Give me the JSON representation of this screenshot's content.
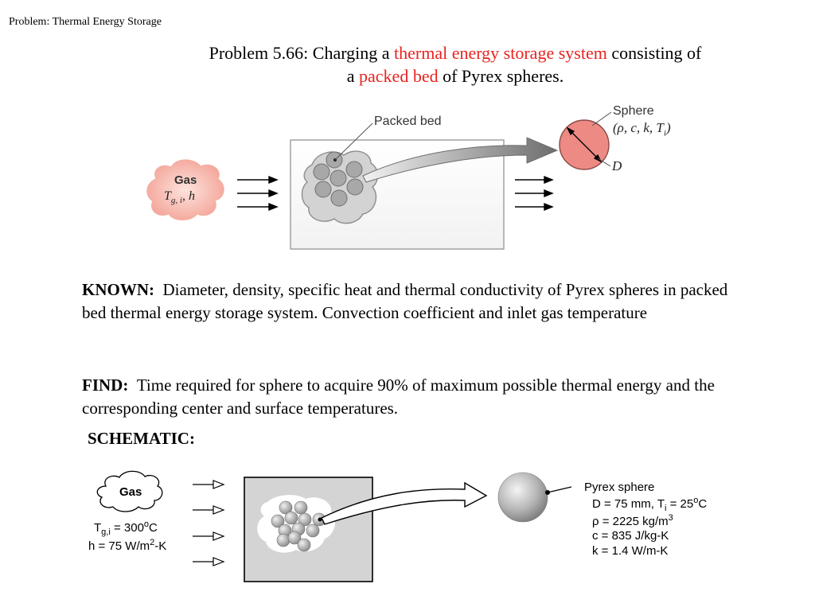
{
  "header": {
    "text": "Problem:  Thermal Energy Storage"
  },
  "title": {
    "line1_a": "Problem 5.66:   Charging a ",
    "line1_red": "thermal energy storage system",
    "line1_b": " consisting of",
    "line2_a": "a ",
    "line2_red": "packed bed",
    "line2_b": " of Pyrex spheres."
  },
  "figure1": {
    "gas_label": "Gas",
    "gas_params": "T",
    "gas_sub": "g, i",
    "gas_h": ", h",
    "packed_bed_label": "Packed bed",
    "sphere_label": "Sphere",
    "sphere_params_open": "(ρ, c, k, T",
    "sphere_params_sub": "i",
    "sphere_params_close": ")",
    "diameter_label": "D"
  },
  "known": {
    "heading": "KNOWN:",
    "text": "Diameter, density, specific heat and thermal conductivity of Pyrex spheres in packed bed thermal energy storage system.  Convection coefficient and inlet gas temperature"
  },
  "find": {
    "heading": "FIND:",
    "text": "Time required for sphere to acquire 90% of maximum possible thermal energy and the corresponding center and surface temperatures."
  },
  "schematic": {
    "heading": "SCHEMATIC:",
    "gas_label": "Gas",
    "tg_a": "T",
    "tg_sub": "g,i",
    "tg_b": " = 300",
    "tg_sup": "o",
    "tg_c": "C",
    "h_a": "h = 75 W/m",
    "h_sup": "2",
    "h_b": "-K",
    "pyrex_label": "Pyrex sphere",
    "d_a": "D = 75 mm, T",
    "d_sub": "i",
    "d_b": " = 25",
    "d_sup": "o",
    "d_c": "C",
    "rho_a": "ρ = 2225 kg/m",
    "rho_sup": "3",
    "c_text": "c = 835 J/kg-K",
    "k_text": "k = 1.4 W/m-K"
  }
}
